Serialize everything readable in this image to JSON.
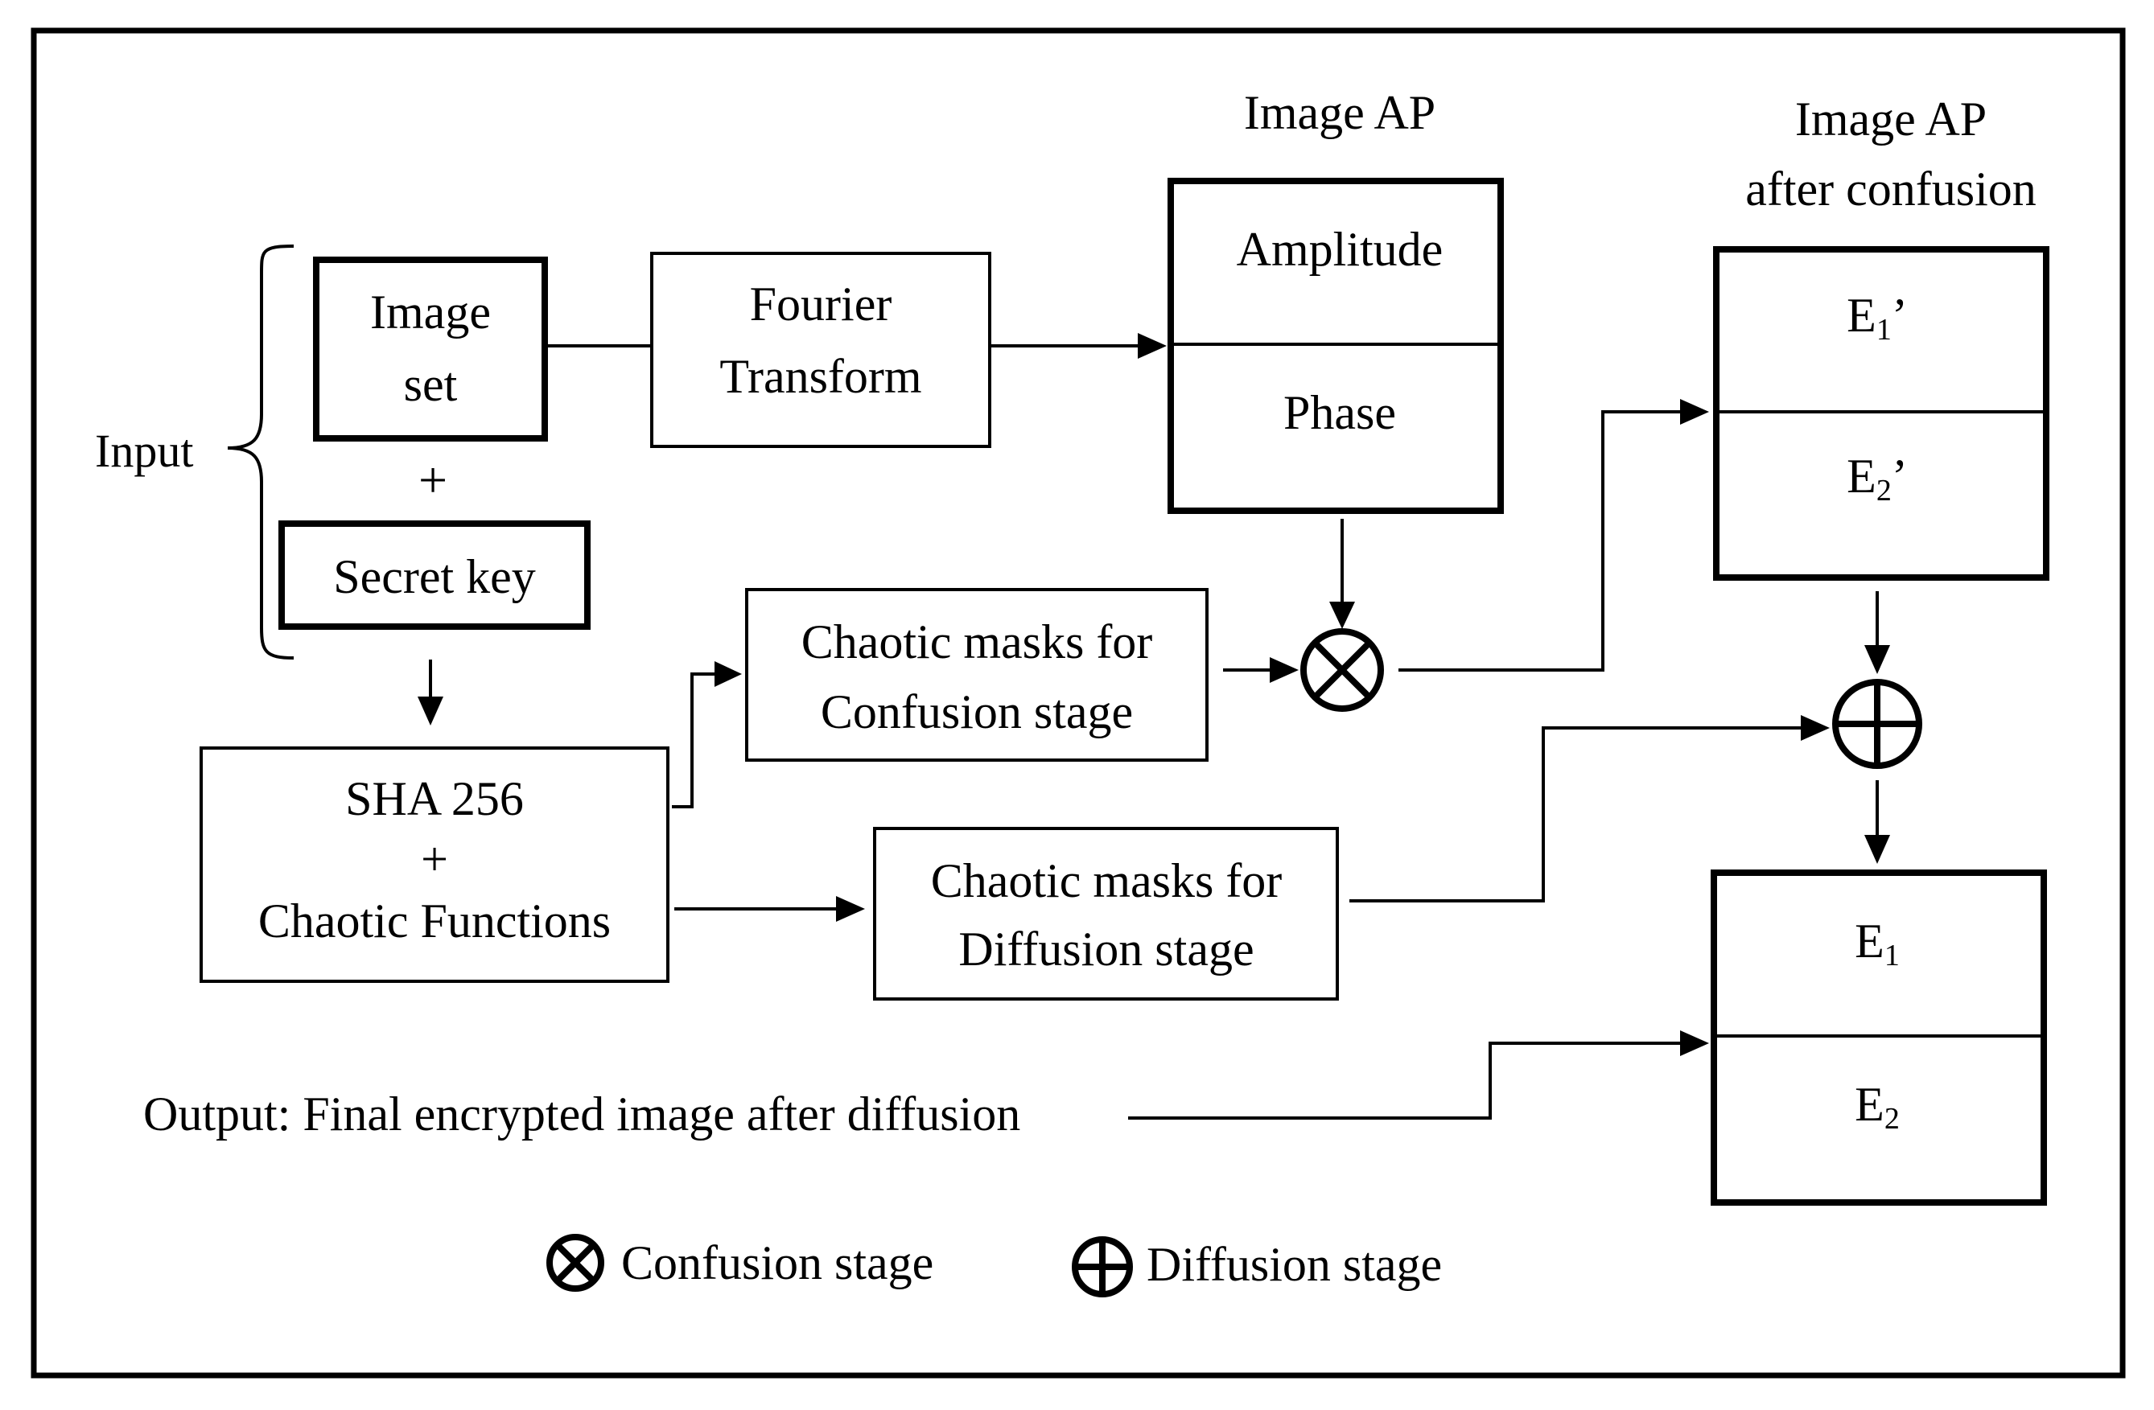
{
  "input_label": "Input",
  "image_set": {
    "line1": "Image",
    "line2": "set"
  },
  "plus": "+",
  "secret_key": "Secret key",
  "fourier": {
    "line1": "Fourier",
    "line2": "Transform"
  },
  "image_ap": {
    "title": "Image AP",
    "amplitude": "Amplitude",
    "phase": "Phase"
  },
  "image_ap_confusion": {
    "title1": "Image AP",
    "title2": "after confusion",
    "e1_prime": {
      "base": "E",
      "sub": "1",
      "suffix": "’"
    },
    "e2_prime": {
      "base": "E",
      "sub": "2",
      "suffix": "’"
    }
  },
  "sha": {
    "line1": "SHA 256",
    "line2": "+",
    "line3": "Chaotic Functions"
  },
  "confusion_masks": {
    "line1": "Chaotic masks for",
    "line2": "Confusion stage"
  },
  "diffusion_masks": {
    "line1": "Chaotic masks for",
    "line2": "Diffusion stage"
  },
  "final": {
    "e1": {
      "base": "E",
      "sub": "1"
    },
    "e2": {
      "base": "E",
      "sub": "2"
    }
  },
  "output_label": "Output: Final encrypted image after diffusion",
  "legend": {
    "confusion": "Confusion stage",
    "diffusion": "Diffusion stage"
  },
  "icons": {
    "confusion_operator": "circled-times-icon",
    "diffusion_operator": "circled-plus-icon"
  }
}
